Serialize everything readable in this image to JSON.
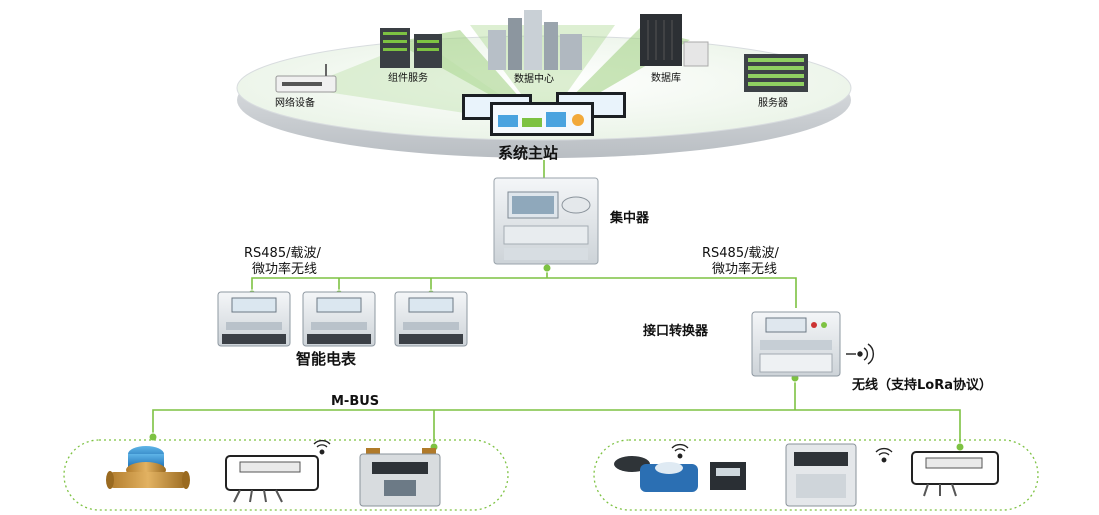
{
  "platform": {
    "title": "系统主站",
    "items": [
      "网络设备",
      "组件服务",
      "数据中心",
      "数据库",
      "服务器"
    ]
  },
  "concentrator": {
    "label": "集中器"
  },
  "link_left": {
    "line1": "RS485/载波/",
    "line2": "微功率无线"
  },
  "link_right": {
    "line1": "RS485/载波/",
    "line2": "微功率无线"
  },
  "meters": {
    "label": "智能电表"
  },
  "converter": {
    "label": "接口转换器"
  },
  "wireless": {
    "label": "无线（支持LoRa协议）"
  },
  "mbus": {
    "label": "M-BUS"
  },
  "colors": {
    "line": "#7dc242",
    "platform_top": "#dff2d8",
    "platform_edge": "#c9cdd1"
  }
}
